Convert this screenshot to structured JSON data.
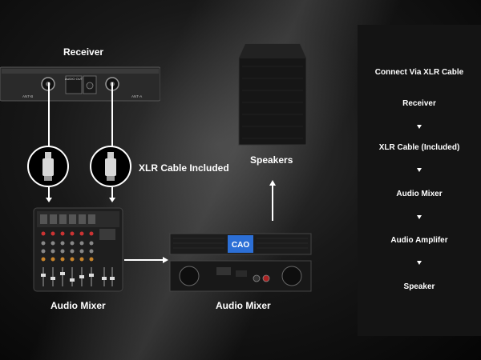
{
  "labels": {
    "receiver": "Receiver",
    "xlr_cable": "XLR Cable Included",
    "speakers": "Speakers",
    "mixer": "Audio Mixer",
    "amplifier": "Audio Mixer"
  },
  "receiver_panel": {
    "ant_left": "ANT-B",
    "ant_right": "ANT-A",
    "audio_out": "AUDIO OUT",
    "amp_badge": "CAO"
  },
  "flow": {
    "title": "Connect Via XLR Cable",
    "steps": [
      "Receiver",
      "XLR Cable (Included)",
      "Audio Mixer",
      "Audio Amplifer",
      "Speaker"
    ]
  },
  "colors": {
    "panel": "#141414",
    "accent_blue": "#2c6fd6",
    "arrow": "#ffffff"
  }
}
